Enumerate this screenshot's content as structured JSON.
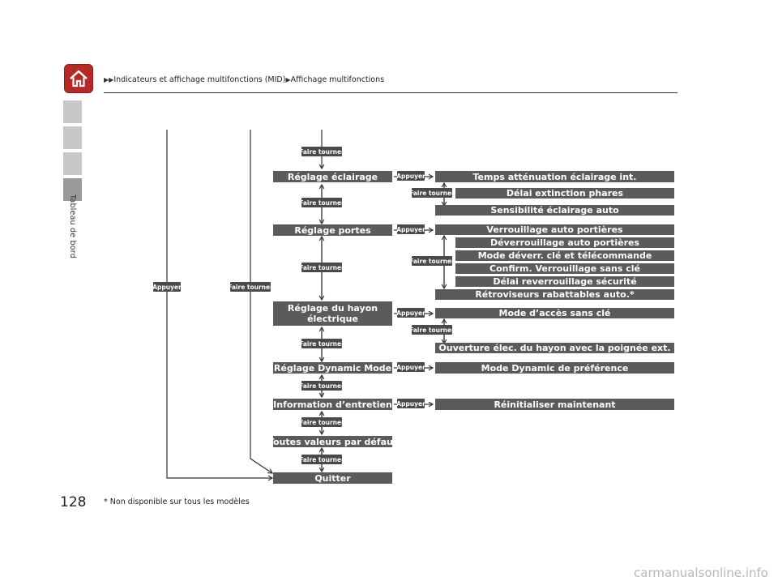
{
  "breadcrumb": [
    "Indicateurs et affichage multifonctions (MID)",
    "Affichage multifonctions"
  ],
  "side_label": "Tableau de bord",
  "page_number": "128",
  "footnote": "* Non disponible sur tous les modèles",
  "watermark": "carmanualsonline.info",
  "labels": {
    "rotate": "Faire tourner",
    "press": "Appuyer"
  },
  "menu": [
    "Réglage éclairage",
    "Réglage portes",
    "Réglage du hayon électrique",
    "Réglage Dynamic Mode",
    "Information d’entretien",
    "Toutes valeurs par défaut",
    "Quitter"
  ],
  "sub": {
    "lighting": [
      "Temps atténuation éclairage int.",
      "Délai extinction phares",
      "Sensibilité éclairage auto"
    ],
    "doors": [
      "Verrouillage auto portières",
      "Déverrouillage auto portières",
      "Mode déverr. clé et télécommande",
      "Confirm. Verrouillage sans clé",
      "Délai reverrouillage sécurité",
      "Rétroviseurs rabattables auto.*"
    ],
    "tailgate": [
      "Mode d’accès sans clé",
      "Ouverture élec. du hayon avec la poignée ext."
    ],
    "dynamic": [
      "Mode Dynamic de préférence"
    ],
    "maintenance": [
      "Réinitialiser maintenant"
    ]
  },
  "colors": {
    "bar": "#5b5b5b",
    "home": "#b52a26",
    "tab": "#c8c8c8"
  }
}
